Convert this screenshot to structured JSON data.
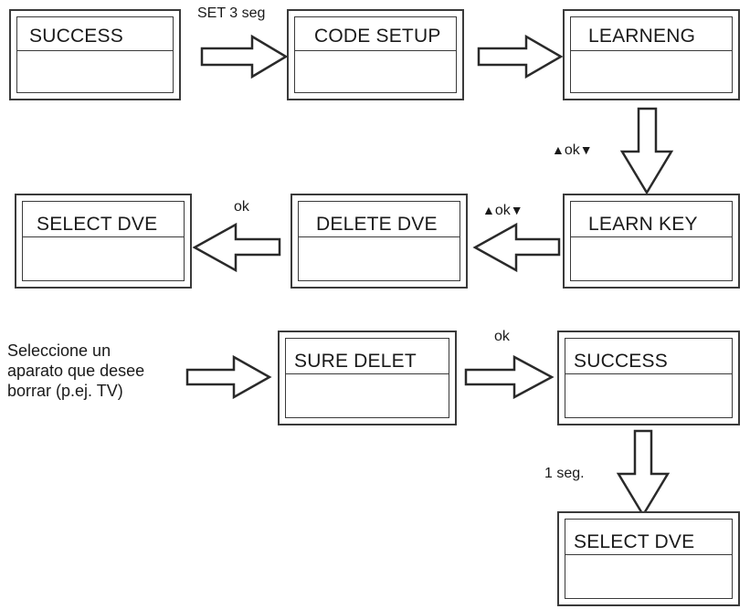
{
  "screens": {
    "s1": "SUCCESS",
    "s2": "CODE SETUP",
    "s3": "LEARNENG",
    "s4": "LEARN KEY",
    "s5": "DELETE DVE",
    "s6": "SELECT DVE",
    "s7": "SURE DELET",
    "s8": "SUCCESS",
    "s9": "SELECT DVE"
  },
  "notes": {
    "set3": "SET 3 seg",
    "ok_learn": "ok",
    "ok_delete": "ok",
    "ok_select": "ok",
    "ok_sure": "ok",
    "seg1": "1 seg."
  },
  "description": {
    "line1": "Seleccione un",
    "line2": "aparato que desee",
    "line3": "borrar (p.ej. TV)"
  }
}
